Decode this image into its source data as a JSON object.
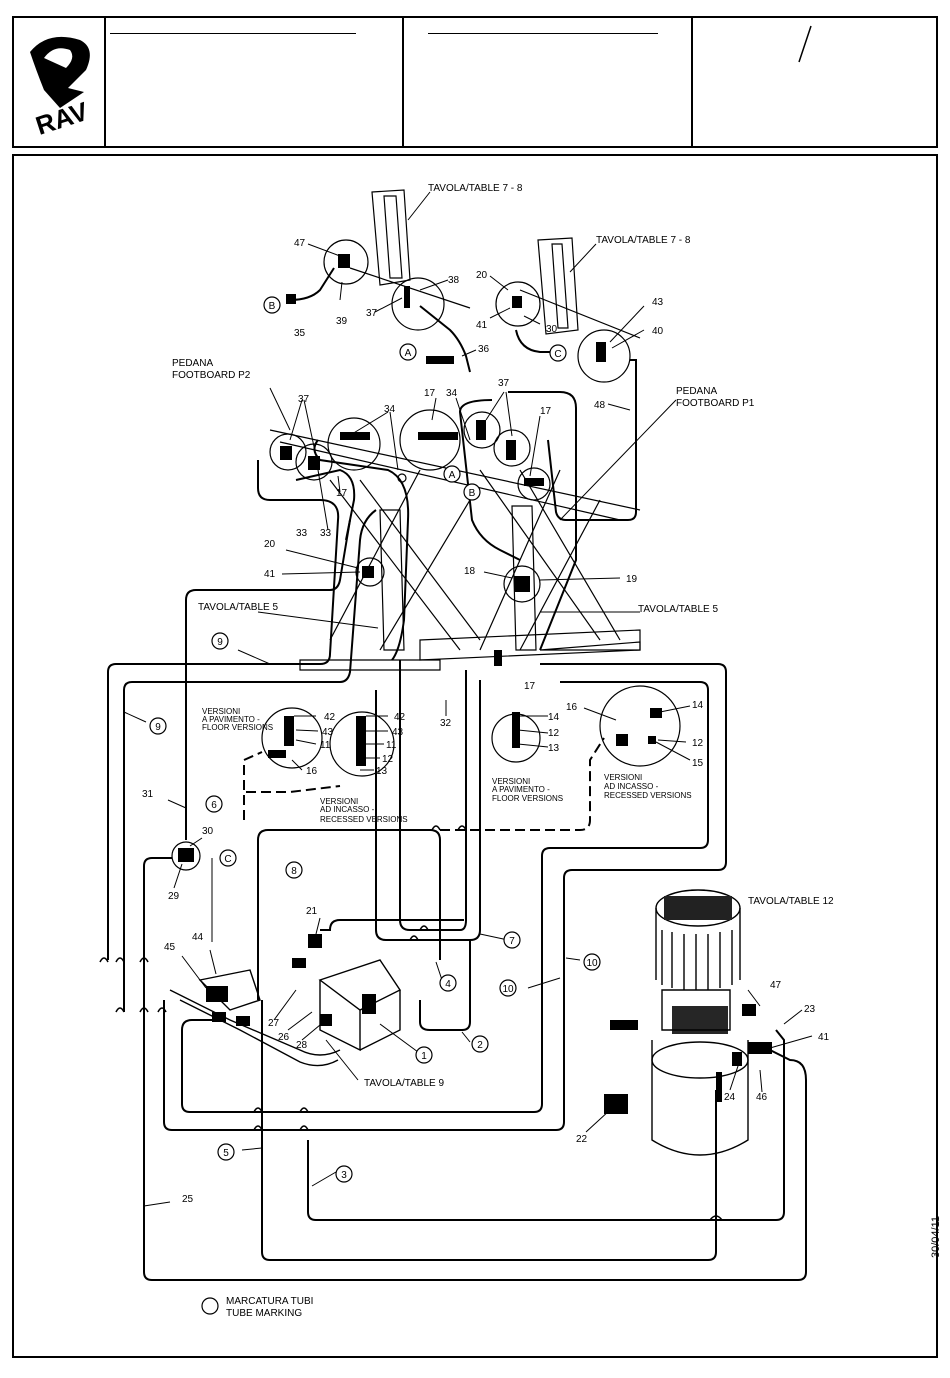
{
  "header": {
    "logo_text": "RAV",
    "revision_mark": "/"
  },
  "side_date": "30/04/11",
  "labels": {
    "table_7_8_a": "TAVOLA/TABLE 7 - 8",
    "table_7_8_b": "TAVOLA/TABLE 7 - 8",
    "footboard_p2": [
      "PEDANA",
      "FOOTBOARD P2"
    ],
    "footboard_p1": [
      "PEDANA",
      "FOOTBOARD P1"
    ],
    "table_5_left": "TAVOLA/TABLE 5",
    "table_5_right": "TAVOLA/TABLE 5",
    "floor_versions_left": [
      "VERSIONI",
      "A PAVIMENTO -",
      "FLOOR VERSIONS"
    ],
    "recessed_versions_left": [
      "VERSIONI",
      "AD INCASSO -",
      "RECESSED VERSIONS"
    ],
    "floor_versions_right": [
      "VERSIONI",
      "A PAVIMENTO -",
      "FLOOR VERSIONS"
    ],
    "recessed_versions_right": [
      "VERSIONI",
      "AD INCASSO -",
      "RECESSED VERSIONS"
    ],
    "table_12": "TAVOLA/TABLE 12",
    "table_9": "TAVOLA/TABLE 9",
    "legend": [
      "MARCATURA TUBI",
      "TUBE MARKING"
    ]
  },
  "letter_markers": [
    "A",
    "B",
    "C"
  ],
  "tube_markings": [
    "1",
    "2",
    "3",
    "4",
    "5",
    "6",
    "7",
    "8",
    "9",
    "10"
  ],
  "part_numbers": [
    "11",
    "12",
    "13",
    "14",
    "15",
    "16",
    "17",
    "18",
    "19",
    "20",
    "21",
    "22",
    "23",
    "24",
    "25",
    "26",
    "27",
    "28",
    "29",
    "30",
    "31",
    "32",
    "33",
    "34",
    "35",
    "36",
    "37",
    "38",
    "39",
    "40",
    "41",
    "42",
    "43",
    "44",
    "45",
    "46",
    "47",
    "48"
  ]
}
